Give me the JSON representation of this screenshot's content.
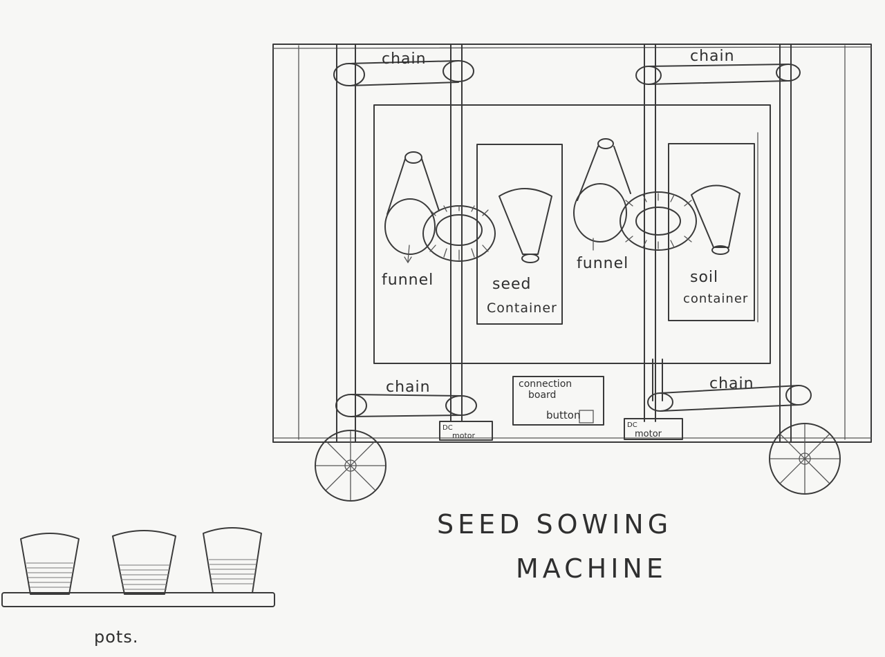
{
  "diagram": {
    "title_line1": "SEED SOWING",
    "title_line2": "MACHINE",
    "labels": {
      "chain_top_left": "chain",
      "chain_top_right": "chain",
      "chain_bottom_left": "chain",
      "chain_bottom_right": "chain",
      "funnel_left": "funnel",
      "funnel_right": "funnel",
      "seed_container_line1": "seed",
      "seed_container_line2": "Container",
      "soil_container_line1": "soil",
      "soil_container_line2": "container",
      "connection_line1": "connection",
      "connection_line2": "board",
      "connection_line3": "button",
      "dc_motor_left_line1": "DC",
      "dc_motor_left_line2": "motor",
      "dc_motor_right_line1": "DC",
      "dc_motor_right_line2": "motor",
      "pots": "pots."
    },
    "pot_count": 3,
    "wheel_count": 2
  }
}
